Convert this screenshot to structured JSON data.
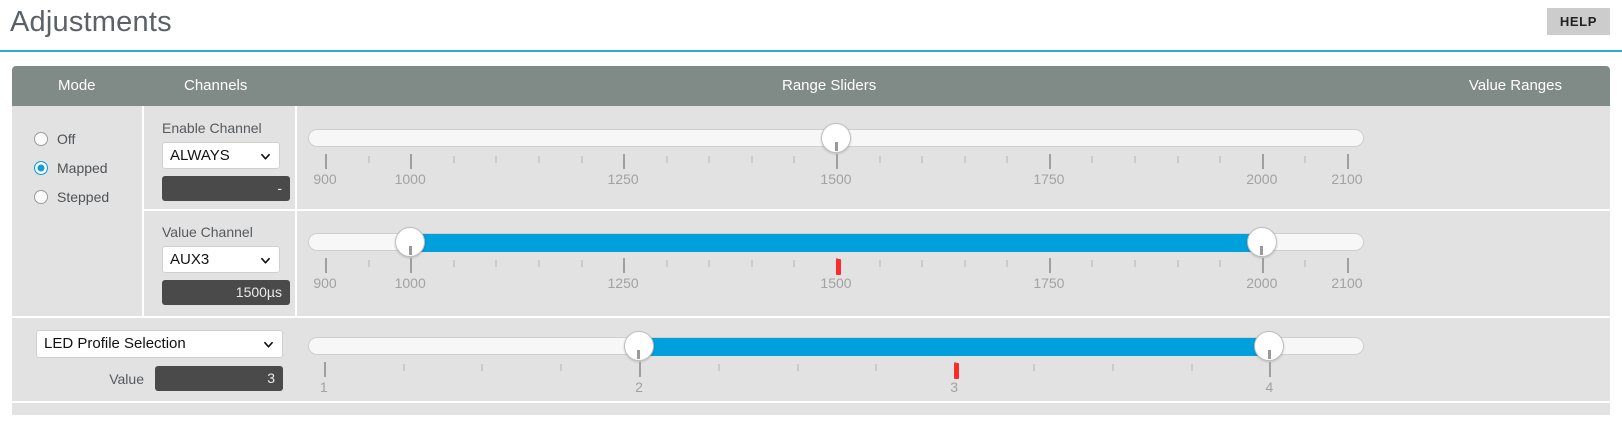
{
  "header": {
    "title": "Adjustments",
    "help_label": "HELP",
    "accent_color": "#29abd4"
  },
  "columns": {
    "mode": "Mode",
    "channels": "Channels",
    "range_sliders": "Range Sliders",
    "value_ranges": "Value Ranges",
    "bar_color": "#808b87"
  },
  "mode": {
    "options": [
      {
        "label": "Off",
        "selected": false
      },
      {
        "label": "Mapped",
        "selected": true
      },
      {
        "label": "Stepped",
        "selected": false
      }
    ],
    "selected_color": "#0f9ed8"
  },
  "channels": {
    "enable": {
      "caption": "Enable Channel",
      "selected": "ALWAYS",
      "readout": "-"
    },
    "value": {
      "caption": "Value Channel",
      "selected": "AUX3",
      "readout": "1500µs"
    }
  },
  "sliders": [
    {
      "name": "enable-channel-slider",
      "scale_min": 880,
      "scale_max": 2120,
      "handles": [
        1500
      ],
      "fill_from": null,
      "fill_to": null,
      "fill_color": "#00a0dd",
      "marker": null,
      "major_ticks": [
        900,
        1000,
        1250,
        1500,
        1750,
        2000,
        2100
      ],
      "tick_labels": [
        "900",
        "1000",
        "1250",
        "1500",
        "1750",
        "2000",
        "2100"
      ],
      "minor_step": 50,
      "range_low": "1500",
      "range_high": "1500"
    },
    {
      "name": "value-channel-slider",
      "scale_min": 880,
      "scale_max": 2120,
      "handles": [
        1000,
        2000
      ],
      "fill_from": 1000,
      "fill_to": 2000,
      "fill_color": "#00a0dd",
      "marker": 1500,
      "marker_color": "#fb2b2b",
      "major_ticks": [
        900,
        1000,
        1250,
        1500,
        1750,
        2000,
        2100
      ],
      "tick_labels": [
        "900",
        "1000",
        "1250",
        "1500",
        "1750",
        "2000",
        "2100"
      ],
      "minor_step": 50,
      "range_low": "1000",
      "range_high": "2000"
    },
    {
      "name": "led-profile-slider",
      "scale_min": 0.95,
      "scale_max": 4.3,
      "handles": [
        2,
        4
      ],
      "fill_from": 2,
      "fill_to": 4,
      "fill_color": "#00a0dd",
      "marker": 3,
      "marker_color": "#fb2b2b",
      "major_ticks": [
        1,
        2,
        3,
        4
      ],
      "tick_labels": [
        "1",
        "2",
        "3",
        "4"
      ],
      "minor_step": 0.25,
      "range_low": "2",
      "range_high": "4"
    }
  ],
  "profile": {
    "selected": "LED Profile Selection",
    "value_label": "Value",
    "value": "3"
  },
  "icons": {
    "chevron_down": "chevron-down-icon",
    "spinner": "spinner-updown-icon"
  }
}
